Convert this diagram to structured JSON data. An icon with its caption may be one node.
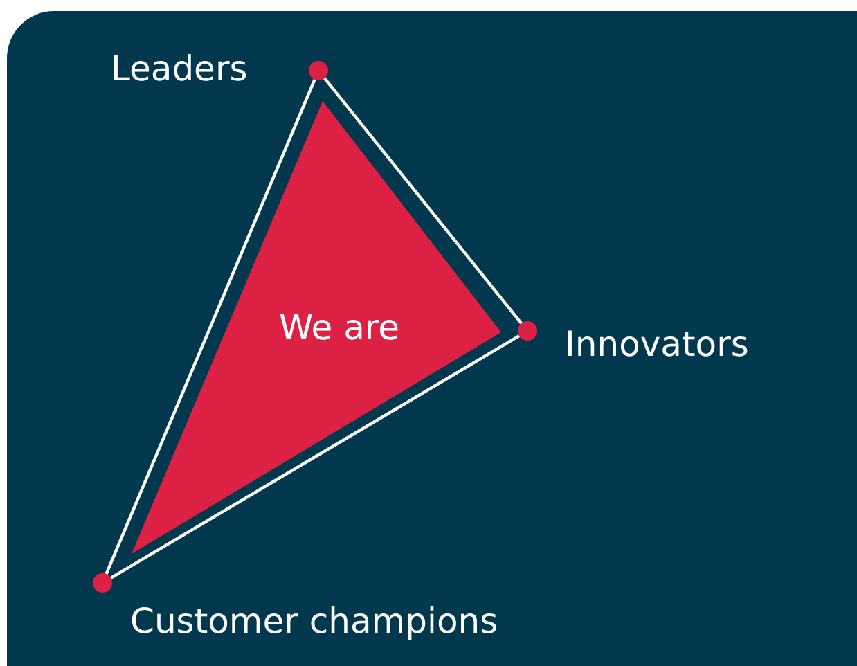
{
  "diagram": {
    "nodes": [
      {
        "text": [
          "We are"
        ]
      },
      {
        "text": [],
        "shape": "circle"
      },
      {
        "text": [],
        "shape": "circle",
        "beside": [
          "Innovators"
        ]
      },
      {
        "text": [],
        "shape": "circle",
        "beside": [
          "Customer champions"
        ]
      }
    ],
    "edges": [
      {
        "from": 1,
        "to": 2,
        "arrow": "none"
      },
      {
        "from": 2,
        "to": 3,
        "arrow": "none"
      },
      {
        "from": 3,
        "to": 1,
        "arrow": "none"
      }
    ],
    "labels": [
      "Leaders"
    ]
  }
}
